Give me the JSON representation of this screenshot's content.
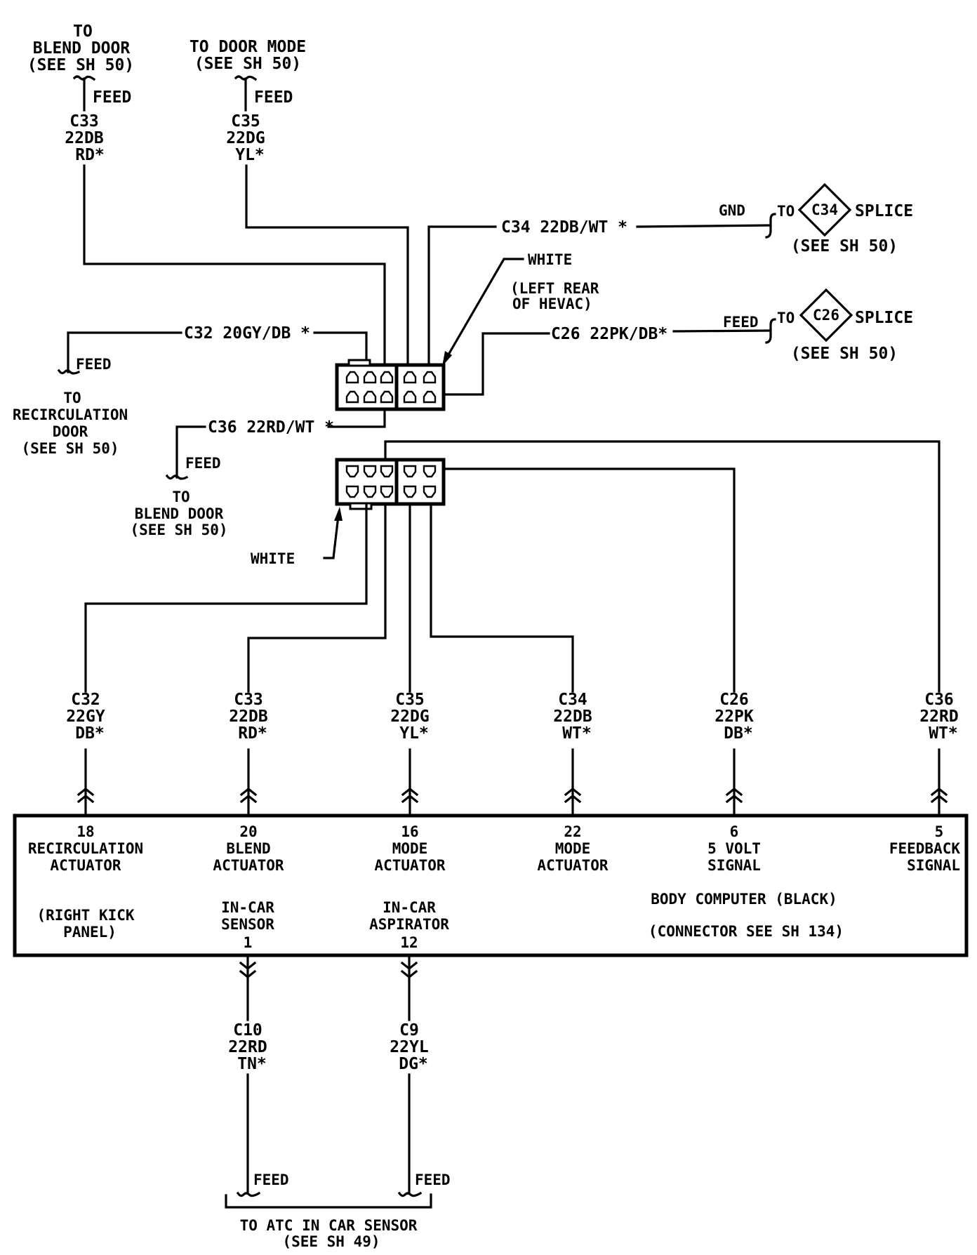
{
  "diagram": {
    "title": "Body computer ATC wiring diagram",
    "top_feeds": [
      {
        "id": "blend-door-top",
        "lines": [
          "TO",
          "BLEND DOOR",
          "(SEE SH 50)"
        ],
        "feed": "FEED",
        "wire": [
          "C33",
          "22DB",
          "RD*"
        ]
      },
      {
        "id": "door-mode-top",
        "lines": [
          "TO DOOR MODE",
          "(SEE SH 50)"
        ],
        "feed": "FEED",
        "wire": [
          "C35",
          "22DG",
          "YL*"
        ]
      }
    ],
    "upper_harness": {
      "c34_label": "C34 22DB/WT *",
      "c34_gnd": "GND",
      "c34_splice": {
        "to": "TO",
        "badge": "C34",
        "word": "SPLICE",
        "ref": "(SEE SH 50)"
      },
      "white_label": "WHITE",
      "white_location": [
        "(LEFT REAR",
        "OF HEVAC)"
      ],
      "c26_label": "C26 22PK/DB*",
      "c26_feed": "FEED",
      "c26_splice": {
        "to": "TO",
        "badge": "C26",
        "word": "SPLICE",
        "ref": "(SEE SH 50)"
      },
      "c32_label": "C32 20GY/DB *",
      "c32_feed": "FEED",
      "c32_dest": [
        "TO",
        "RECIRCULATION",
        "DOOR",
        "(SEE SH 50)"
      ],
      "c36_label": "C36 22RD/WT *",
      "c36_feed": "FEED",
      "c36_dest": [
        "TO",
        "BLEND DOOR",
        "(SEE SH 50)"
      ]
    },
    "lower_connector": {
      "white_label": "WHITE"
    },
    "harness_wires": [
      {
        "circuit": "C32",
        "gauge_color": "22GY",
        "tracer": "DB*"
      },
      {
        "circuit": "C33",
        "gauge_color": "22DB",
        "tracer": "RD*"
      },
      {
        "circuit": "C35",
        "gauge_color": "22DG",
        "tracer": "YL*"
      },
      {
        "circuit": "C34",
        "gauge_color": "22DB",
        "tracer": "WT*"
      },
      {
        "circuit": "C26",
        "gauge_color": "22PK",
        "tracer": "DB*"
      },
      {
        "circuit": "C36",
        "gauge_color": "22RD",
        "tracer": "WT*"
      }
    ],
    "body_computer": {
      "pins_top": [
        {
          "pin": "18",
          "name": [
            "RECIRCULATION",
            "ACTUATOR"
          ]
        },
        {
          "pin": "20",
          "name": [
            "BLEND",
            "ACTUATOR"
          ]
        },
        {
          "pin": "16",
          "name": [
            "MODE",
            "ACTUATOR"
          ]
        },
        {
          "pin": "22",
          "name": [
            "MODE",
            "ACTUATOR"
          ]
        },
        {
          "pin": "6",
          "name": [
            "5 VOLT",
            "SIGNAL"
          ]
        },
        {
          "pin": "5",
          "name": [
            "FEEDBACK",
            "SIGNAL"
          ]
        }
      ],
      "location": [
        "(RIGHT KICK",
        "PANEL)"
      ],
      "pins_bottom": [
        {
          "pin": "1",
          "name": [
            "IN-CAR",
            "SENSOR"
          ]
        },
        {
          "pin": "12",
          "name": [
            "IN-CAR",
            "ASPIRATOR"
          ]
        }
      ],
      "title": "BODY COMPUTER (BLACK)",
      "connector_ref": "(CONNECTOR SEE SH 134)"
    },
    "bottom_wires": [
      {
        "circuit": "C10",
        "gauge_color": "22RD",
        "tracer": "TN*",
        "feed": "FEED"
      },
      {
        "circuit": "C9",
        "gauge_color": "22YL",
        "tracer": "DG*",
        "feed": "FEED"
      }
    ],
    "bottom_dest": [
      "TO ATC IN CAR SENSOR",
      "(SEE SH 49)"
    ]
  }
}
